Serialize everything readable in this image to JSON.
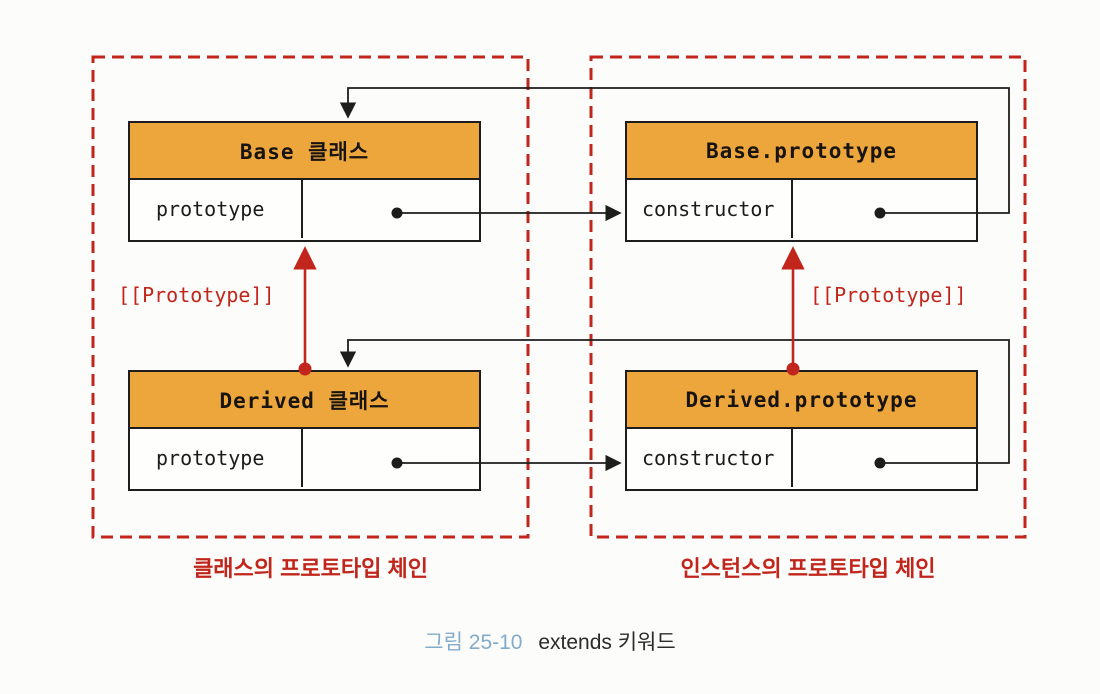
{
  "figure": {
    "caption_number": "그림 25-10",
    "caption_title": "extends 키워드"
  },
  "groups": {
    "class_chain": {
      "label": "클래스의 프로토타입 체인",
      "prototype_link_label": "[[Prototype]]",
      "boxes": {
        "base": {
          "title": "Base 클래스",
          "slot": "prototype"
        },
        "derived": {
          "title": "Derived 클래스",
          "slot": "prototype"
        }
      }
    },
    "instance_chain": {
      "label": "인스턴스의 프로토타입 체인",
      "prototype_link_label": "[[Prototype]]",
      "boxes": {
        "base": {
          "title": "Base.prototype",
          "slot": "constructor"
        },
        "derived": {
          "title": "Derived.prototype",
          "slot": "constructor"
        }
      }
    }
  },
  "colors": {
    "header_orange": "#eda63c",
    "accent_red": "#c1251b",
    "line_black": "#1d1d1d",
    "caption_blue": "#84abc9",
    "page_background": "#fcfcfa"
  }
}
